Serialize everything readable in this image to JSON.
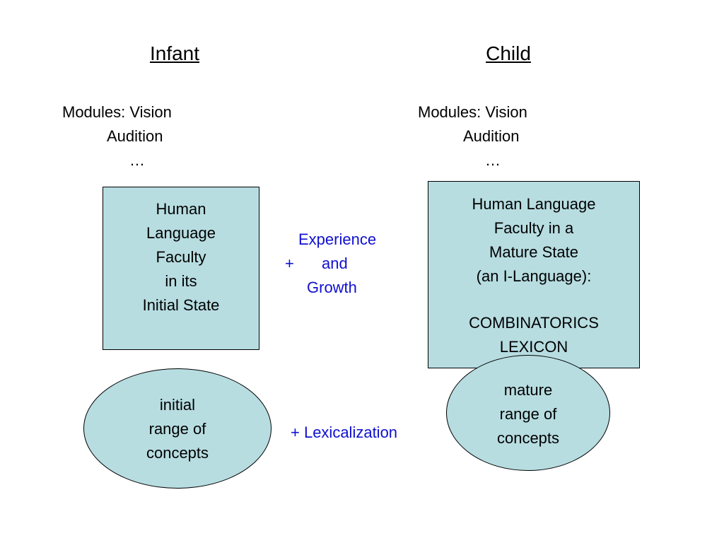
{
  "infant": {
    "heading": "Infant",
    "modules_label": "Modules:  Vision",
    "audition": "Audition",
    "ellipsis": "…",
    "box_lines": [
      "Human",
      "Language",
      "Faculty",
      "in its",
      "Initial State"
    ],
    "ellipse_lines": [
      "initial",
      "range of",
      "concepts"
    ]
  },
  "child": {
    "heading": "Child",
    "modules_label": "Modules:  Vision",
    "audition": "Audition",
    "ellipsis": "…",
    "box_lines": [
      "Human Language",
      "Faculty in a",
      "Mature State",
      "(an I-Language):"
    ],
    "box_lines_2": [
      "COMBINATORICS",
      "LEXICON"
    ],
    "ellipse_lines": [
      "mature",
      "range of",
      "concepts"
    ]
  },
  "transitions": {
    "experience": "Experience",
    "plus": "+",
    "and": "and",
    "growth": "Growth",
    "lexicalization": "+ Lexicalization"
  },
  "colors": {
    "fill": "#b7dde1",
    "transition_text": "#1010d0"
  }
}
